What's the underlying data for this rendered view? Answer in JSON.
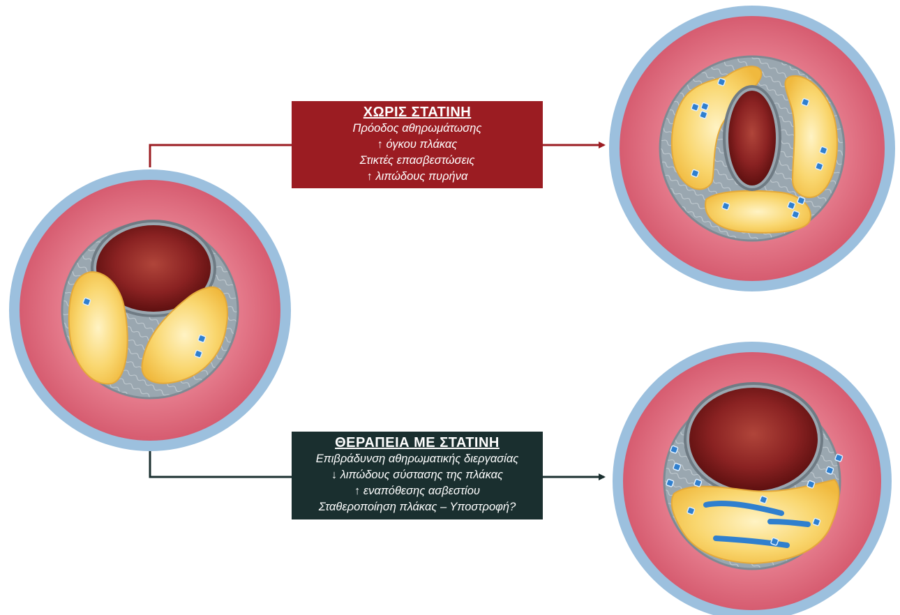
{
  "no_statin": {
    "title": "ΧΩΡΙΣ ΣΤΑΤΙΝΗ",
    "lines": [
      "Πρόοδος αθηρωμάτωσης",
      "↑ όγκου πλάκας",
      "Στικτές επασβεστώσεις",
      "↑ λιπώδους πυρήνα"
    ],
    "color": "#9b1c22"
  },
  "statin": {
    "title": "ΘΕΡΑΠΕΙΑ ΜΕ ΣΤΑΤΙΝΗ",
    "lines": [
      "Επιβράδυνση αθηρωματικής διεργασίας",
      "↓ λιπώδους σύστασης της πλάκας",
      "↑ εναπόθεσης ασβεστίου",
      "Σταθεροποίηση πλάκας – Υποστροφή?"
    ],
    "color": "#1a2f2f"
  },
  "colors": {
    "adventitia": "#9cc0de",
    "media": "#de6c7e",
    "intima": "#98a5ae",
    "lumen": "#7d1a1a",
    "lipid": "#f6cd5c",
    "calcium": "#2f7fce"
  }
}
